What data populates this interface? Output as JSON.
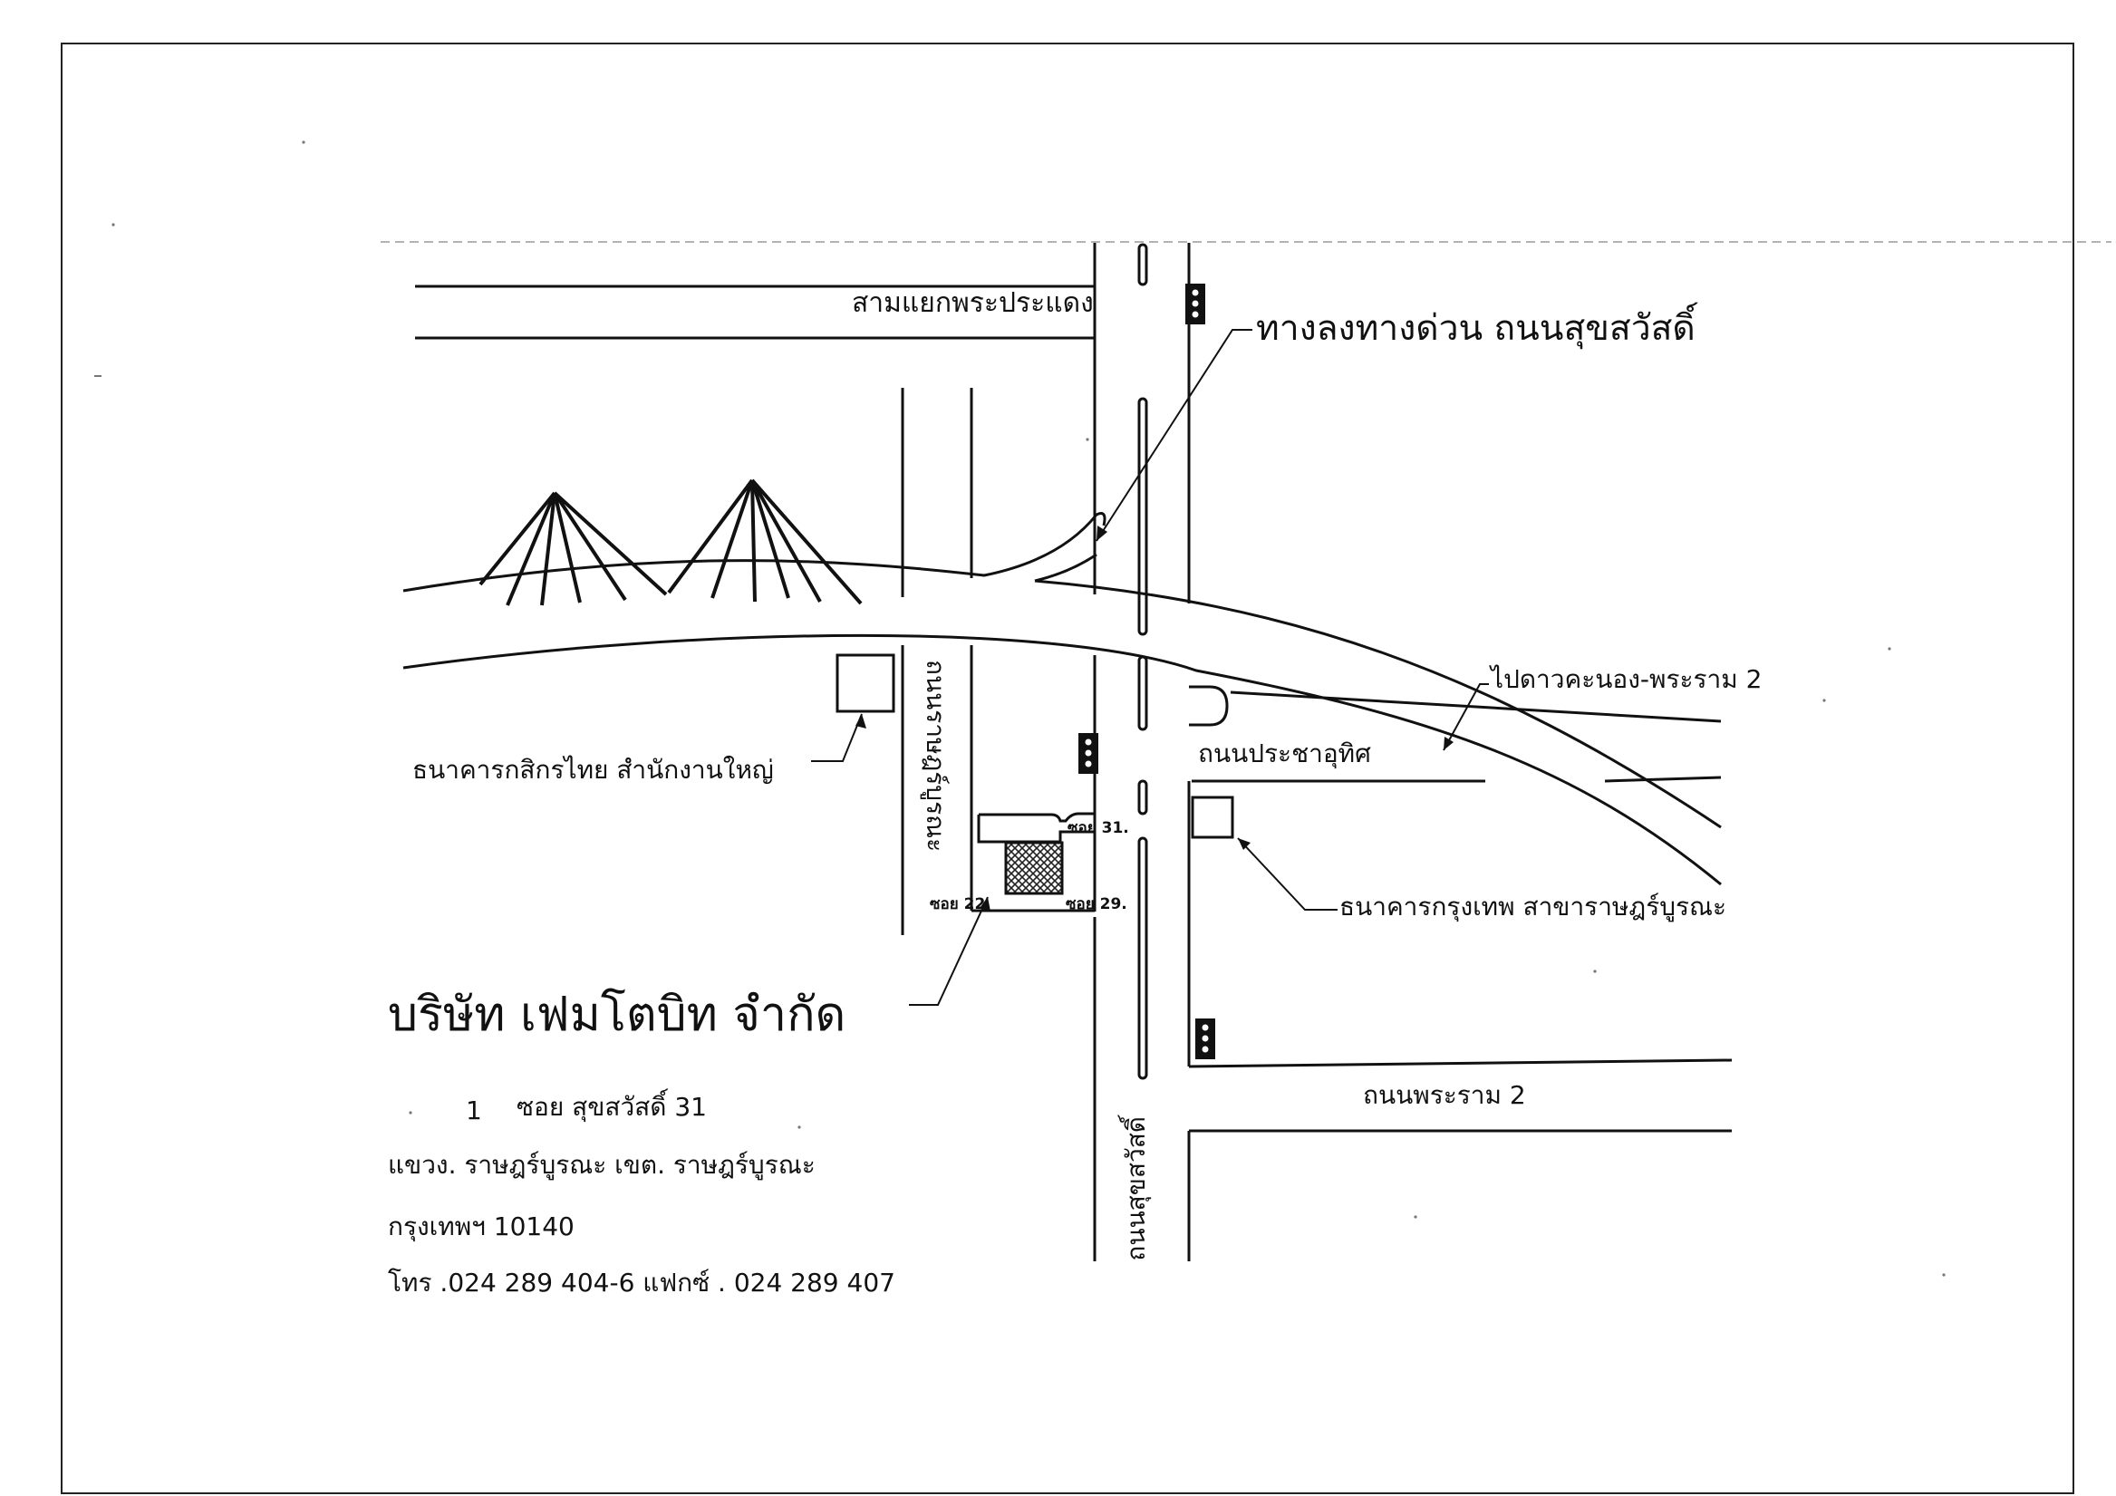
{
  "map": {
    "labels": {
      "sam_yaek": "สามแยกพระประแดง",
      "expressway_exit": "ทางลงทางด่วน ถนนสุขสวัสดิ์",
      "to_dao_khanong": "ไปดาวคะนอง-พระราม 2",
      "prachauthit_road": "ถนนประชาอุทิศ",
      "kasikorn_bank": "ธนาคารกสิกรไทย สำนักงานใหญ่",
      "bangkok_bank": "ธนาคารกรุงเทพ สาขาราษฎร์บูรณะ",
      "rama2_road": "ถนนพระราม 2",
      "rat_burana_road": "ถนนราษฎร์บูรณะ",
      "suksawat_road": "ถนนสุขสวัสดิ์",
      "soi_31": "ซอย 31.",
      "soi_22": "ซอย 22.",
      "soi_29": "ซอย 29."
    }
  },
  "company": {
    "name": "บริษัท เฟมโตบิท จำกัด",
    "house_no": "1",
    "address_line1": "ซอย สุขสวัสดิ์ 31",
    "address_line2": "แขวง. ราษฎร์บูรณะ     เขต. ราษฎร์บูรณะ",
    "address_line3": "กรุงเทพฯ 10140",
    "contact": "โทร .024 289 404-6  แฟกซ์ . 024 289 407"
  }
}
